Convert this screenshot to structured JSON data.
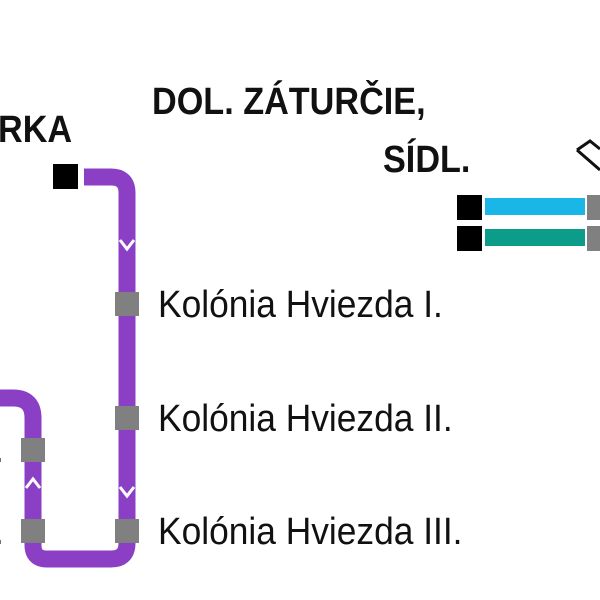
{
  "map": {
    "terminals": {
      "left_partial": "RKA",
      "dol_zaturcie_line1": "DOL. ZÁTURČIE,",
      "dol_zaturcie_line2": "SÍDL."
    },
    "stops": [
      {
        "label": "Kolónia Hviezda I."
      },
      {
        "label": "Kolónia Hviezda II."
      },
      {
        "label": "Kolónia Hviezda III."
      }
    ],
    "left_stop_marks": [
      ".",
      "."
    ],
    "colors": {
      "route_purple": "#8b3fc4",
      "line_cyan": "#1ab6e8",
      "line_teal": "#0c9c8a",
      "stop_gray": "#808080",
      "terminal_black": "#000000"
    }
  }
}
